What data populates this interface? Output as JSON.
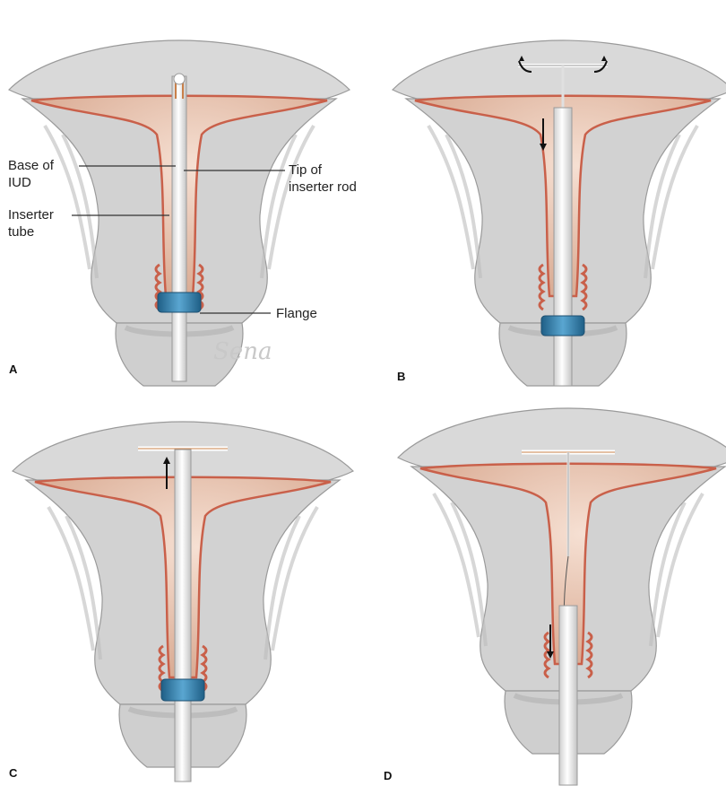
{
  "labels": {
    "base_of_iud_1": "Base of",
    "base_of_iud_2": "IUD",
    "tip_rod_1": "Tip of",
    "tip_rod_2": "inserter rod",
    "inserter_tube_1": "Inserter",
    "inserter_tube_2": "tube",
    "flange": "Flange"
  },
  "panels": {
    "a": "A",
    "b": "B",
    "c": "C",
    "d": "D"
  },
  "signature": "Sena",
  "colors": {
    "tissue": "#d6d6d6",
    "tissue_dark": "#b9b9b9",
    "cavity": "#e8c4b0",
    "lining": "#c9604a",
    "flange": "#3b87b3",
    "tube": "#f4f4f4"
  }
}
